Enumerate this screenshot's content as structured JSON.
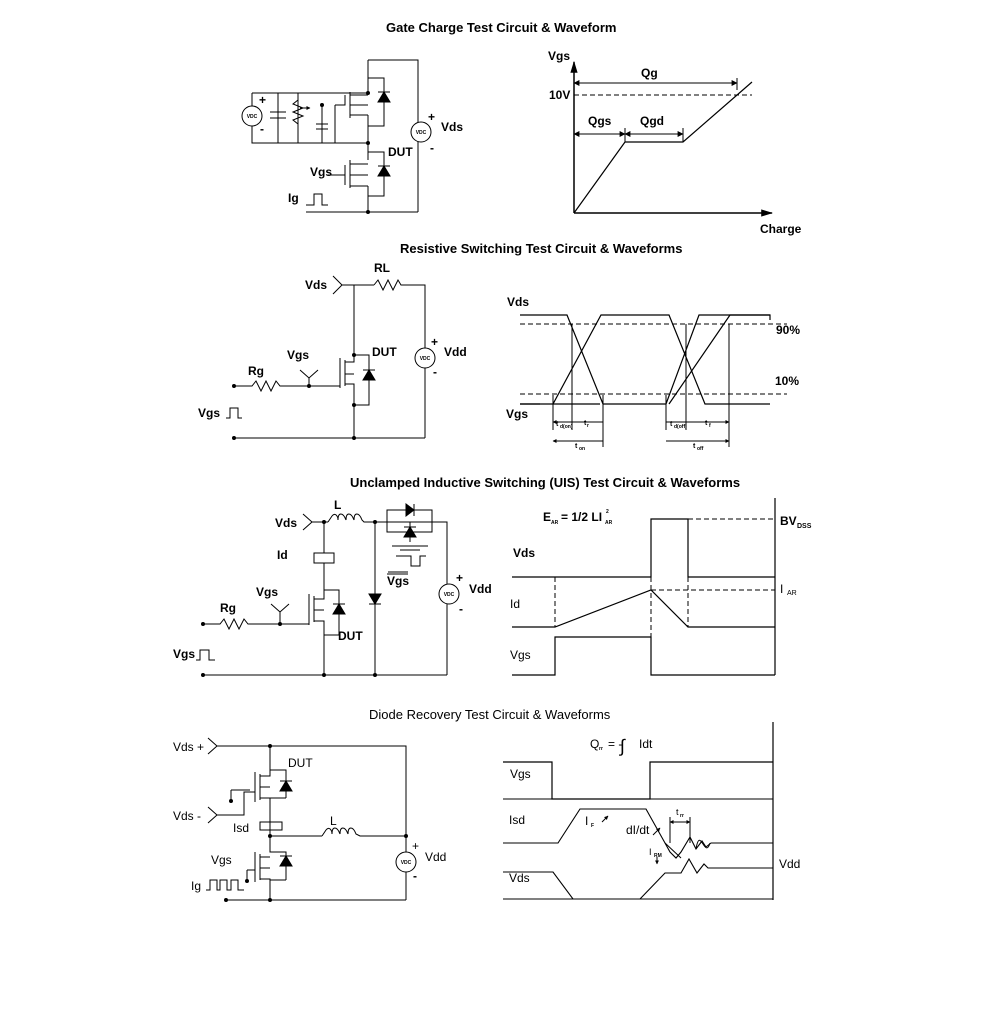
{
  "sections": {
    "gate_charge": {
      "title": "Gate Charge Test Circuit & Waveform",
      "circuit": {
        "vds": "Vds",
        "dut": "DUT",
        "vgs": "Vgs",
        "ig": "Ig",
        "vdc": "VDC",
        "plus": "+",
        "minus": "-"
      },
      "waveform": {
        "y_label": "Vgs",
        "x_label": "Charge",
        "qg": "Qg",
        "qgs": "Qgs",
        "qgd": "Qgd",
        "level": "10V"
      }
    },
    "resistive": {
      "title": "Resistive Switching Test Circuit & Waveforms",
      "circuit": {
        "vds": "Vds",
        "rl": "RL",
        "vgs": "Vgs",
        "rg": "Rg",
        "dut": "DUT",
        "vdd": "Vdd",
        "vgs_in": "Vgs",
        "vdc": "VDC",
        "plus": "+",
        "minus": "-"
      },
      "waveform": {
        "vds": "Vds",
        "vgs": "Vgs",
        "pct90": "90%",
        "pct10": "10%",
        "t": "t",
        "sub_don": "d(on)",
        "sub_r": "r",
        "sub_on": "on",
        "sub_doff": "d(off)",
        "sub_f": "f",
        "sub_off": "off"
      }
    },
    "uis": {
      "title": "Unclamped Inductive Switching (UIS) Test Circuit & Waveforms",
      "circuit": {
        "vds": "Vds",
        "l": "L",
        "id": "Id",
        "vgs": "Vgs",
        "rg": "Rg",
        "dut": "DUT",
        "vgs_bar": "Vgs",
        "vdd": "Vdd",
        "vgs_in": "Vgs",
        "vdc": "VDC",
        "plus": "+",
        "minus": "-"
      },
      "waveform": {
        "ear": "E",
        "ear_sub": "AR",
        "ear_eq": "= 1/2 LI",
        "sq": "2",
        "bv": "BV",
        "bv_sub": "DSS",
        "vds": "Vds",
        "id": "Id",
        "iar": "I",
        "iar_sub": "AR",
        "vgs": "Vgs"
      }
    },
    "diode": {
      "title": "Diode Recovery Test Circuit & Waveforms",
      "circuit": {
        "vds_plus": "Vds +",
        "vds_minus": "Vds -",
        "dut": "DUT",
        "isd": "Isd",
        "l": "L",
        "vgs": "Vgs",
        "ig": "Ig",
        "vdd": "Vdd",
        "vdc": "VDC",
        "plus": "+",
        "minus": "-"
      },
      "waveform": {
        "qrr": "Q",
        "qrr_sub": "rr",
        "qrr_eq": "= - ",
        "integral": "∫",
        "idt": "Idt",
        "vgs": "Vgs",
        "isd": "Isd",
        "if": "I",
        "if_sub": "F",
        "didt": "dI/dt",
        "trr": "t",
        "trr_sub": "rr",
        "irm": "I",
        "irm_sub": "RM",
        "vds": "Vds",
        "vdd": "Vdd"
      }
    }
  }
}
